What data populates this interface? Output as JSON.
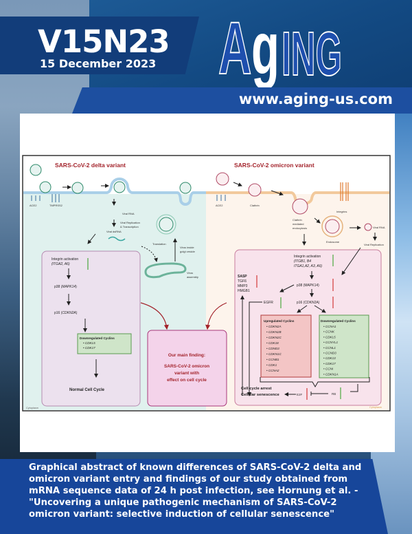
{
  "header": {
    "volume_issue": "V15N23",
    "date": "15 December 2023",
    "logo": {
      "prefix": "A",
      "g": "g",
      "suffix": "ING"
    },
    "url": "www.aging-us.com"
  },
  "figure": {
    "delta": {
      "title": "SARS-CoV-2 delta variant",
      "receptors": [
        "ACE2",
        "TMPRSS2"
      ],
      "labels": {
        "viral_rna": "Viral RNA",
        "replication": "Viral Replication",
        "transcription": "& Transcription",
        "dsrna": "Viral dsRNA",
        "translation": "Translation",
        "golgi1": "Virus inside",
        "golgi2": "golgi vesicle",
        "assembly1": "Virus",
        "assembly2": "assembly"
      },
      "pathway": {
        "integrin": "Integrin activation",
        "integrin_genes": "(ITGA2, A6)",
        "p38": "p38 (",
        "p38_gene": "MAPK14",
        "p16": "p16 (",
        "p16_gene": "CDKN2A",
        "close": ")"
      },
      "downregulated": {
        "title": "Downregulated Cyclins",
        "items": [
          "CDKL5",
          "CDK17"
        ]
      },
      "outcome": "Normal Cell Cycle",
      "compartment": "Cytoplasm"
    },
    "finding": {
      "line1": "Our main finding:",
      "line2": "SARS-CoV-2 omicron",
      "line3": "variant with",
      "line4": "effect on cell cycle"
    },
    "omicron": {
      "title": "SARS-CoV-2 omicron variant",
      "receptors": [
        "ACE2",
        "Clathrin",
        "Integrins"
      ],
      "labels": {
        "endocytosis1": "Clathrin",
        "endocytosis2": "mediated",
        "endocytosis3": "endocytosis",
        "endosome": "Endosome",
        "viral_rna": "Viral RNA",
        "replication": "Viral Replication"
      },
      "pathway": {
        "integrin": "Integrin activation",
        "integrin_genes1": "(ITGB1, B4",
        "integrin_genes2": "ITGA1,A2, A3, A6)",
        "p38": "p38 (MAPK14)",
        "p16": "p16 (CDKN2A)",
        "egfr": "EGFR",
        "sasp_title": "SASP",
        "sasp_items": [
          "TGFß",
          "MMP3",
          "HMGB1"
        ],
        "rb": "RB",
        "e2f": "E2F"
      },
      "upregulated": {
        "title": "Upregulated Cyclins",
        "items": [
          "CDKN2A",
          "CDKN2B",
          "CDKN2C",
          "CDK18",
          "CDND3",
          "CDKN1C",
          "CCNB1",
          "CDK1",
          "CCNA2"
        ]
      },
      "downregulated": {
        "title": "Downregulated Cyclins",
        "items": [
          "CCNA1",
          "CCNK",
          "CDKL5",
          "CCNYL1",
          "CCNL1",
          "CCND3",
          "CDK13",
          "CDK17",
          "CCNI",
          "CDKN1A"
        ]
      },
      "outcome1": "Cell cycle arrest",
      "outcome2": "Cellular senescence",
      "compartment": "Cytoplasm"
    },
    "colors": {
      "title_red": "#a3232b",
      "up_arrow": "#d33a3a",
      "down_arrow": "#4aa83e",
      "delta_bg": "#e0f1ee",
      "omicron_bg": "#fdf4ec",
      "pathway_delta_bg": "#ece1ee",
      "pathway_omicron_bg": "#f8e3ec",
      "finding_bg": "#f4d3ea"
    }
  },
  "caption": "Graphical abstract of known differences of SARS-CoV-2 delta and omicron variant entry and findings of our study obtained from mRNA sequence data of 24 h post infection, see Hornung et al. - \"Uncovering a unique pathogenic mechanism of SARS-CoV-2 omicron variant: selective induction of cellular senescence\""
}
